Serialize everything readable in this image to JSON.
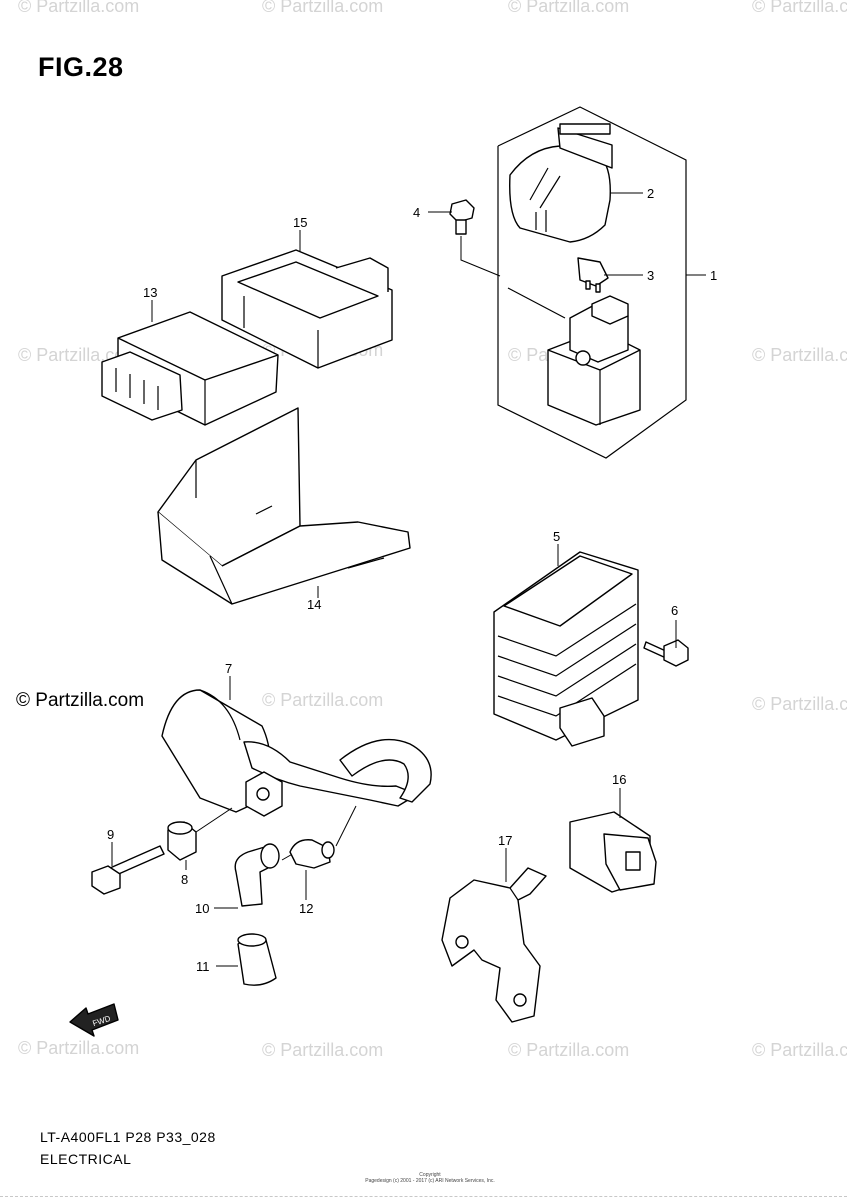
{
  "figure": {
    "title": "FIG.28",
    "model_code": "LT-A400FL1 P28 P33_028",
    "section": "ELECTRICAL"
  },
  "watermark": {
    "text": "© Partzilla.com",
    "brand_text": "© Partzilla.com"
  },
  "copyright": {
    "line1": "Copyright",
    "line2": "Pagedesign (c) 2001 - 2017 (c) ARI Network Services, Inc."
  },
  "fwd_label": "FWD",
  "callouts": [
    "1",
    "2",
    "3",
    "4",
    "5",
    "6",
    "7",
    "8",
    "9",
    "10",
    "11",
    "12",
    "13",
    "14",
    "15",
    "16",
    "17"
  ]
}
